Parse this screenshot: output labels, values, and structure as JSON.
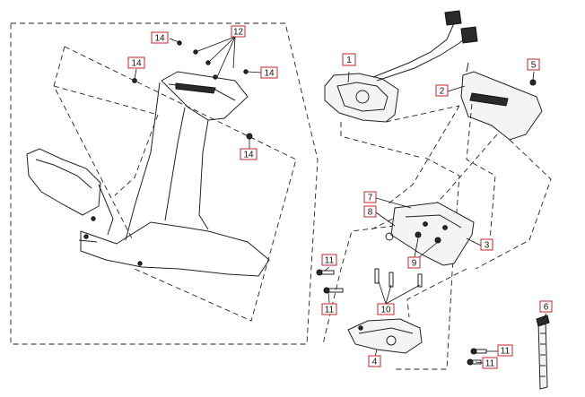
{
  "callouts": {
    "c12": "12",
    "c14a": "14",
    "c14b": "14",
    "c14c": "14",
    "c14d": "14",
    "c1": "1",
    "c2": "2",
    "c5": "5",
    "c7": "7",
    "c8": "8",
    "c3": "3",
    "c9": "9",
    "c11a": "11",
    "c11b": "11",
    "c10": "10",
    "c6": "6",
    "c4": "4",
    "c11c": "11",
    "c11d": "11"
  },
  "colors": {
    "callout_border": "#c0262b",
    "line": "#222222"
  }
}
